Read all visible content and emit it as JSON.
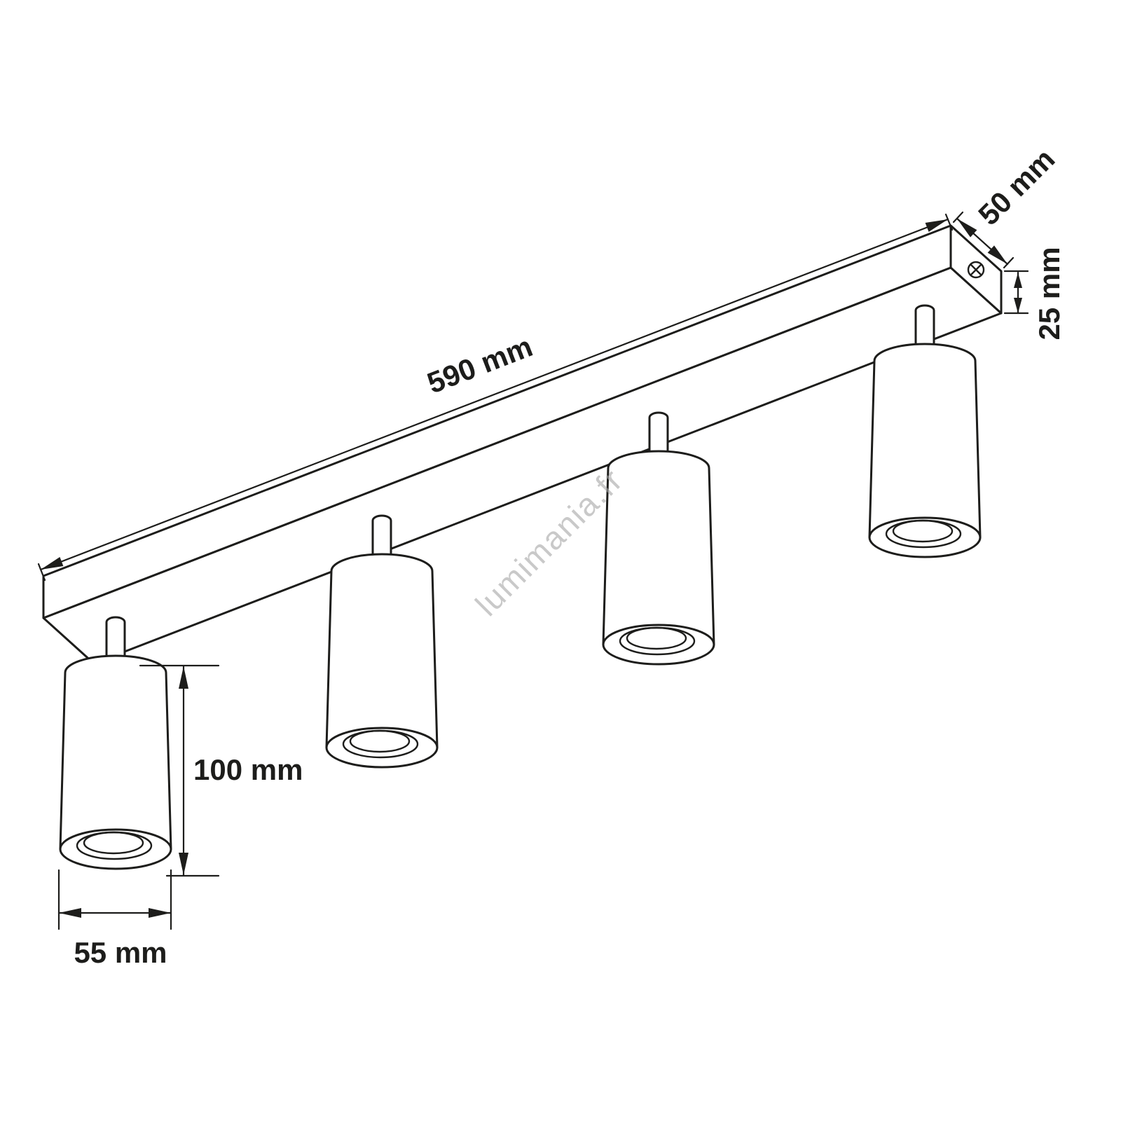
{
  "drawing": {
    "subject": "ceiling-spotlight-rail-technical-drawing",
    "spot_count": 4,
    "line_color": "#1d1d1b",
    "background_color": "#ffffff",
    "watermark": {
      "text": "lumimania.fr",
      "color": "#a6a6a6"
    },
    "dimensions": {
      "rail_length": "590 mm",
      "rail_depth": "50 mm",
      "rail_thickness": "25 mm",
      "spot_height": "100 mm",
      "spot_diameter": "55 mm"
    }
  }
}
